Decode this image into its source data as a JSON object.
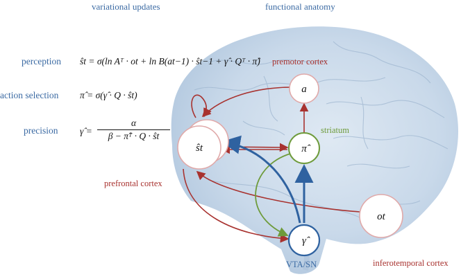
{
  "headings": {
    "left": "variational updates",
    "right": "functional anatomy"
  },
  "equations": [
    {
      "label": "perception",
      "formula": "ŝt = σ(ln Aᵀ · ot + ln B(at−1) · ŝt−1 + γ̂ · Qᵀ · π̂)"
    },
    {
      "label": "action selection",
      "formula": "π̂ = σ(γ̂ · Q · ŝt)"
    },
    {
      "label": "precision",
      "lhs": "γ̂ =",
      "numerator": "α",
      "denominator": "β − π̂ᵀ · Q · ŝt"
    }
  ],
  "regions": {
    "premotor": "premotor cortex",
    "striatum": "striatum",
    "prefrontal": "prefrontal cortex",
    "vta": "VTA/SN",
    "inferotemporal": "inferotemporal cortex"
  },
  "nodes": {
    "a": "a",
    "s": "ŝt",
    "pi": "π̂",
    "gamma": "γ̂",
    "o": "ot"
  },
  "colors": {
    "label_blue": "#3b6aa3",
    "red_arrows": "#a8322f",
    "green_arrows": "#6e9b3b",
    "blue_arrows": "#2f62a0",
    "node_pink": "#e0a9a9",
    "brain": "#b9cde0"
  }
}
